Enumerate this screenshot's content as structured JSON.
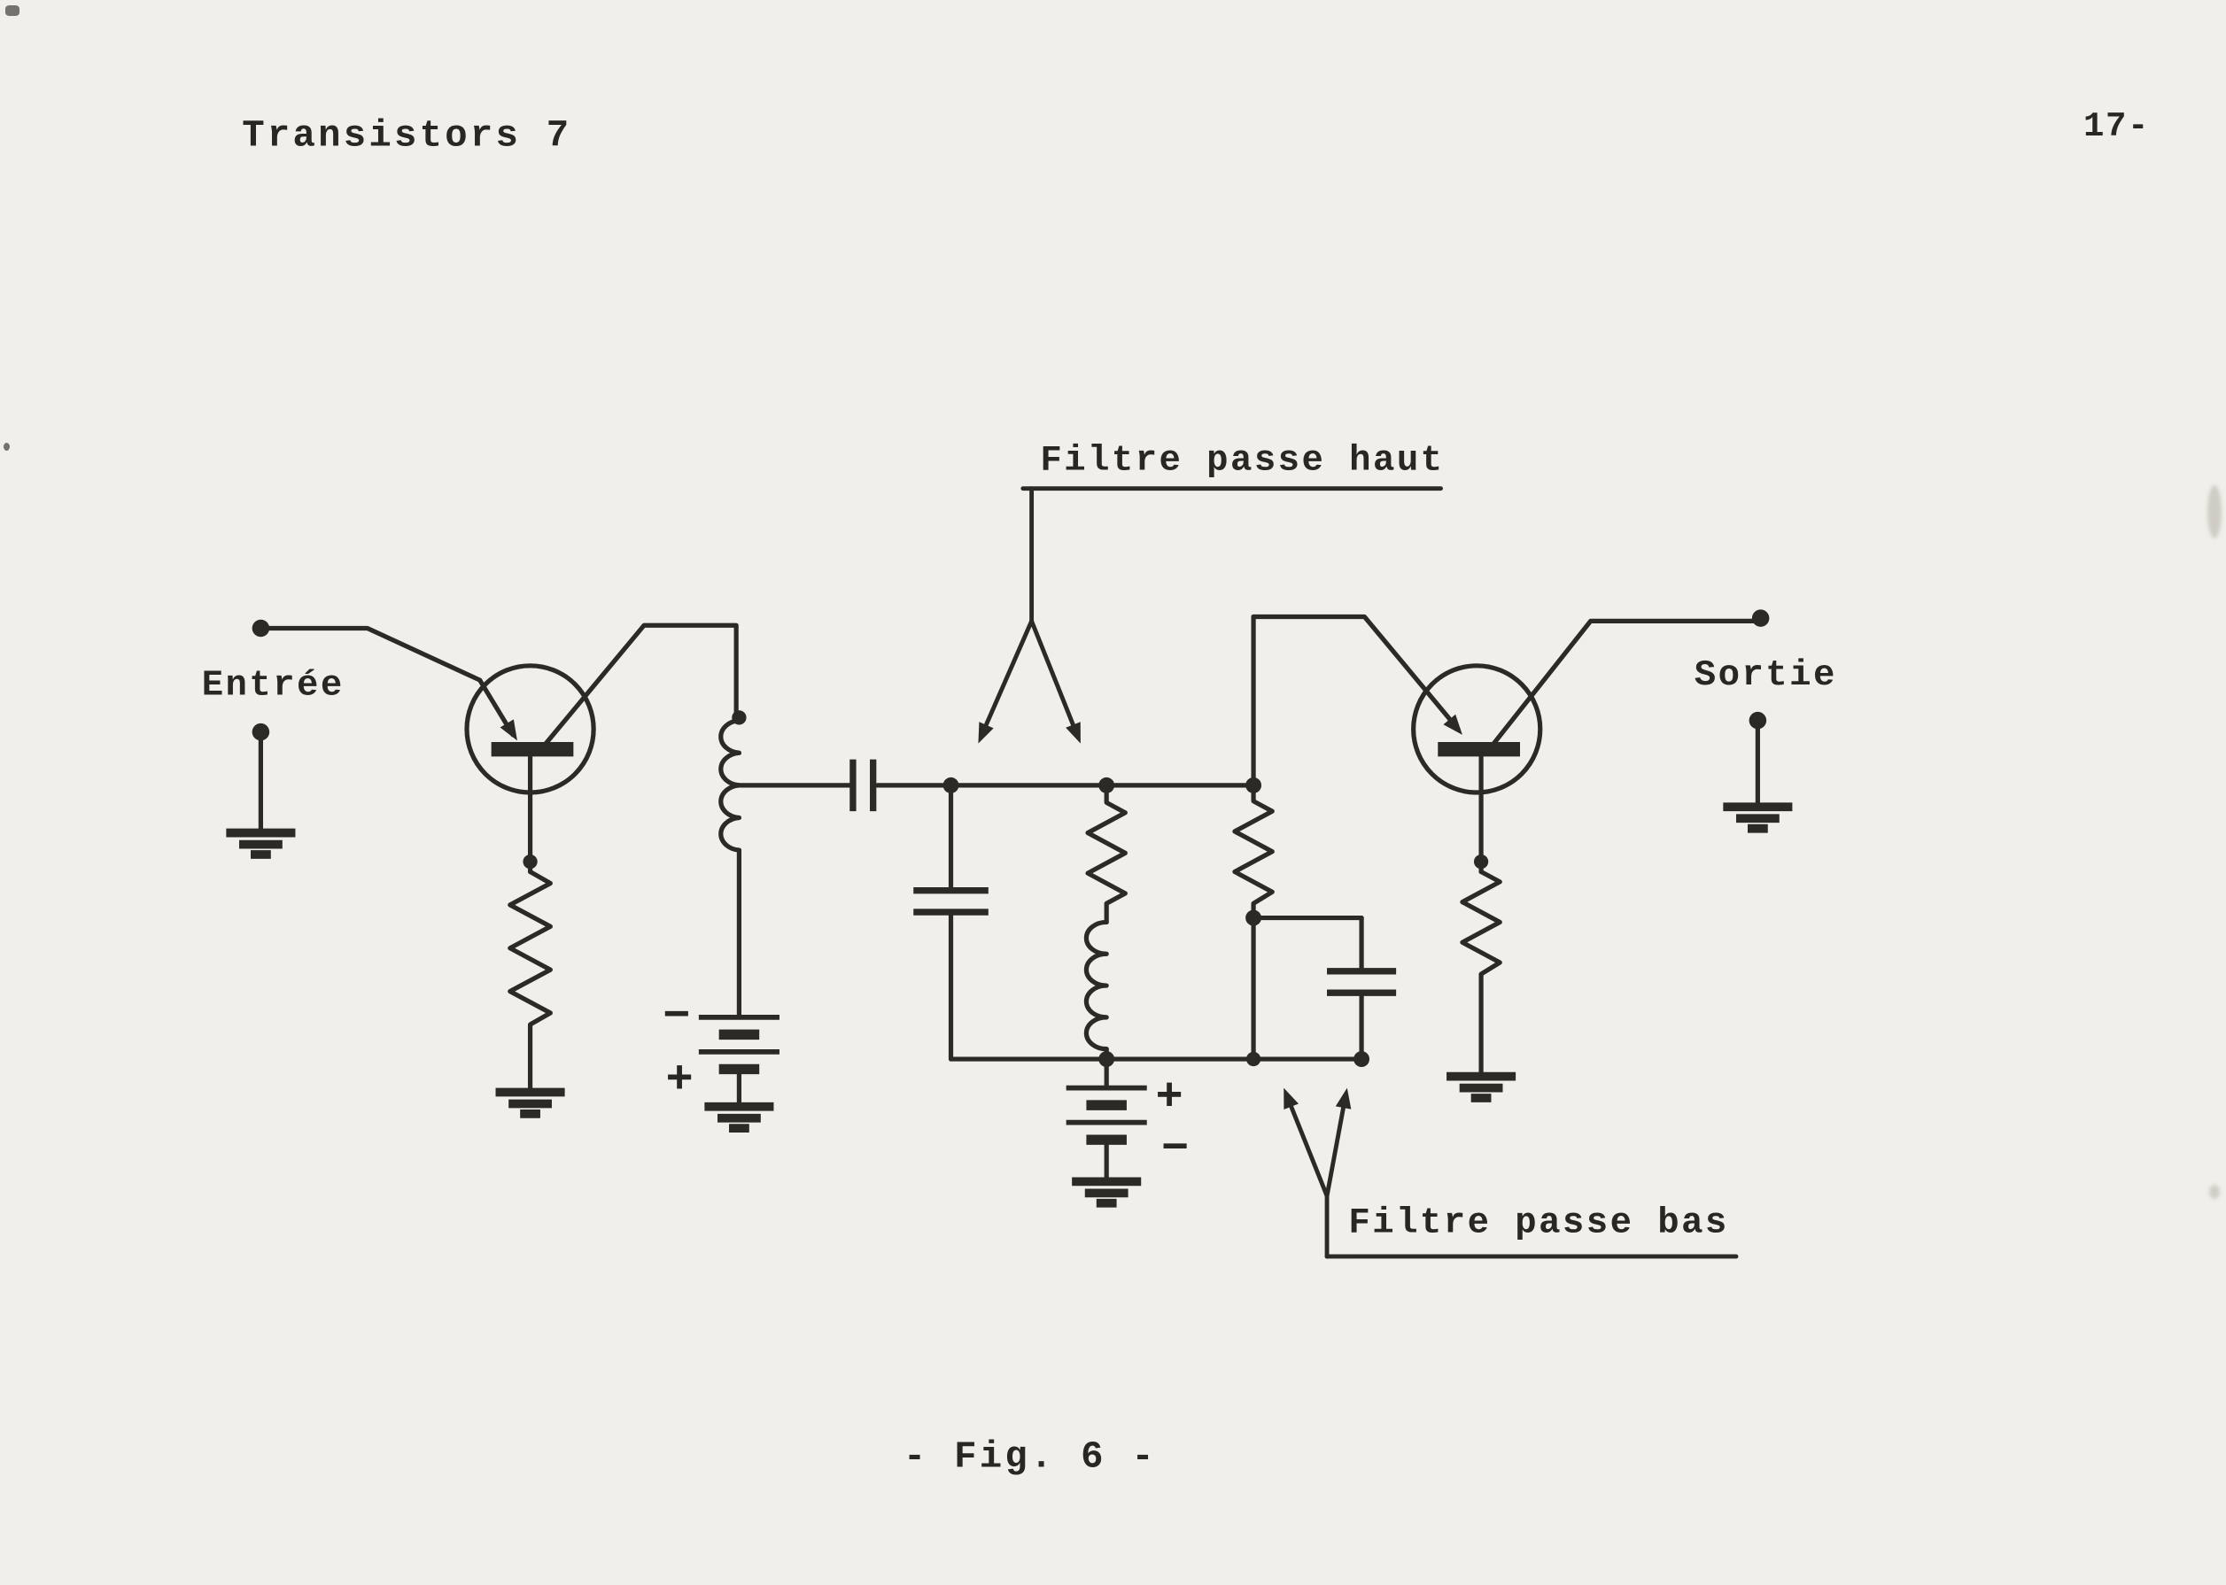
{
  "page": {
    "header": "Transistors 7",
    "page_number": "17-",
    "caption": "- Fig. 6 -"
  },
  "diagram": {
    "labels": {
      "filter_high": "Filtre passe haut",
      "filter_low": "Filtre passe bas",
      "input": "Entrée",
      "output": "Sortie"
    },
    "battery1": {
      "top_sign": "−",
      "bottom_sign": "+"
    },
    "battery2": {
      "top_sign": "+",
      "bottom_sign": "−"
    },
    "colors": {
      "ink": "#2b2a26",
      "paper": "#f0efea"
    }
  }
}
